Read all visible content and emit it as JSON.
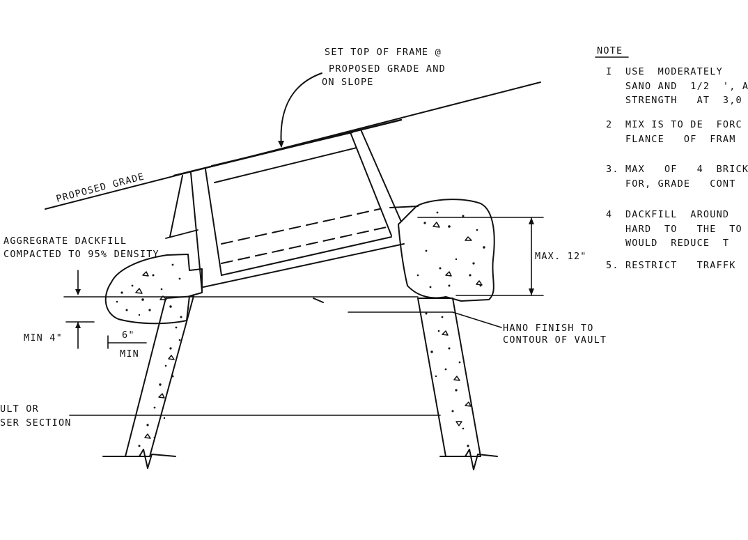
{
  "labels": {
    "set_top": [
      "SET  TOP OF FRAME @",
      "PROPOSED   GRADE AND",
      "ON SLOPE"
    ],
    "proposed_grade": "PROPOSED GRADE",
    "aggregate": [
      "AGGREGRATE DACKFILL",
      "COMPACTED TO 95% DENSITY"
    ],
    "max12": "MAX. 12\"",
    "min4": "MIN  4\"",
    "min6_top": "6\"",
    "min6_bottom": "MIN",
    "hand_finish": [
      "HANO  FINISH  TO",
      "CONTOUR  OF  VAULT"
    ],
    "vault": [
      "ULT OR",
      "SER  SECTION"
    ]
  },
  "note": {
    "title": "NOTE",
    "lines": [
      "I  USE  MODERATELY",
      "   SANO AND  1/2  ', A",
      "   STRENGTH   AT  3,0",
      "2  MIX IS TO DE  FORC",
      "   FLANCE   OF  FRAM",
      "3. MAX   OF   4  BRICK",
      "   FOR, GRADE   CONT",
      "4  DACKFILL  AROUND",
      "   HARD  TO   THE  TO",
      "   WOULD  REDUCE  T",
      "5. RESTRICT   TRAFFK"
    ]
  }
}
